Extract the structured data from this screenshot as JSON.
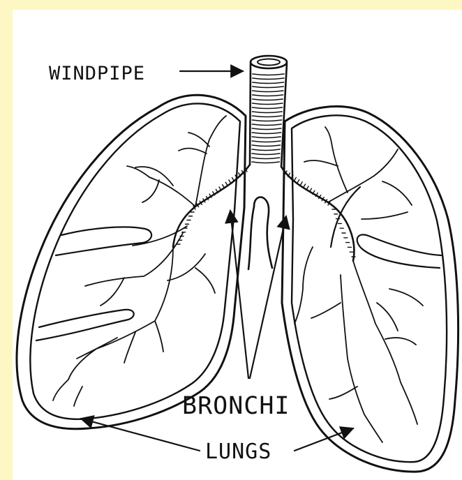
{
  "diagram": {
    "labels": {
      "windpipe": "WINDPIPE",
      "bronchi": "BRONCHI",
      "lungs": "LUNGS"
    },
    "colors": {
      "background": "#fdf7c3",
      "canvas": "#ffffff",
      "ink": "#111111"
    }
  }
}
